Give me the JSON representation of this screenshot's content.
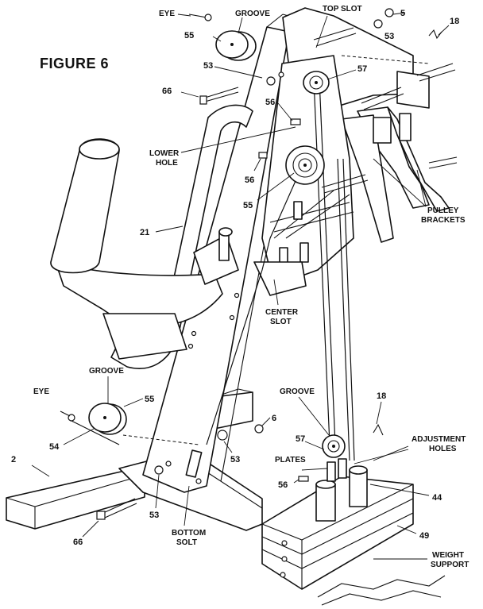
{
  "figure_title": "FIGURE 6",
  "labels": {
    "eye_top": "EYE",
    "groove_top": "GROOVE",
    "top_slot": "TOP SLOT",
    "num_5": "5",
    "num_18_top": "18",
    "num_55_top": "55",
    "num_53_top": "53",
    "num_53_mid": "53",
    "num_57_top": "57",
    "num_66_top": "66",
    "num_56_a": "56",
    "lower_hole_1": "LOWER",
    "lower_hole_2": "HOLE",
    "num_56_b": "56",
    "num_55_mid": "55",
    "pulley_brackets_1": "PULLEY",
    "pulley_brackets_2": "BRACKETS",
    "num_21": "21",
    "center_slot_1": "CENTER",
    "center_slot_2": "SLOT",
    "groove_left": "GROOVE",
    "eye_left": "EYE",
    "num_55_left": "55",
    "num_54": "54",
    "num_6": "6",
    "num_53_low": "53",
    "groove_right": "GROOVE",
    "num_18_right": "18",
    "adjustment_holes_1": "ADJUSTMENT",
    "adjustment_holes_2": "HOLES",
    "num_57_low": "57",
    "plates": "PLATES",
    "num_2": "2",
    "num_56_low": "56",
    "num_44": "44",
    "num_53_bottom": "53",
    "num_49": "49",
    "num_66_low": "66",
    "bottom_solt_1": "BOTTOM",
    "bottom_solt_2": "SOLT",
    "weight_support_1": "WEIGHT",
    "weight_support_2": "SUPPORT"
  }
}
